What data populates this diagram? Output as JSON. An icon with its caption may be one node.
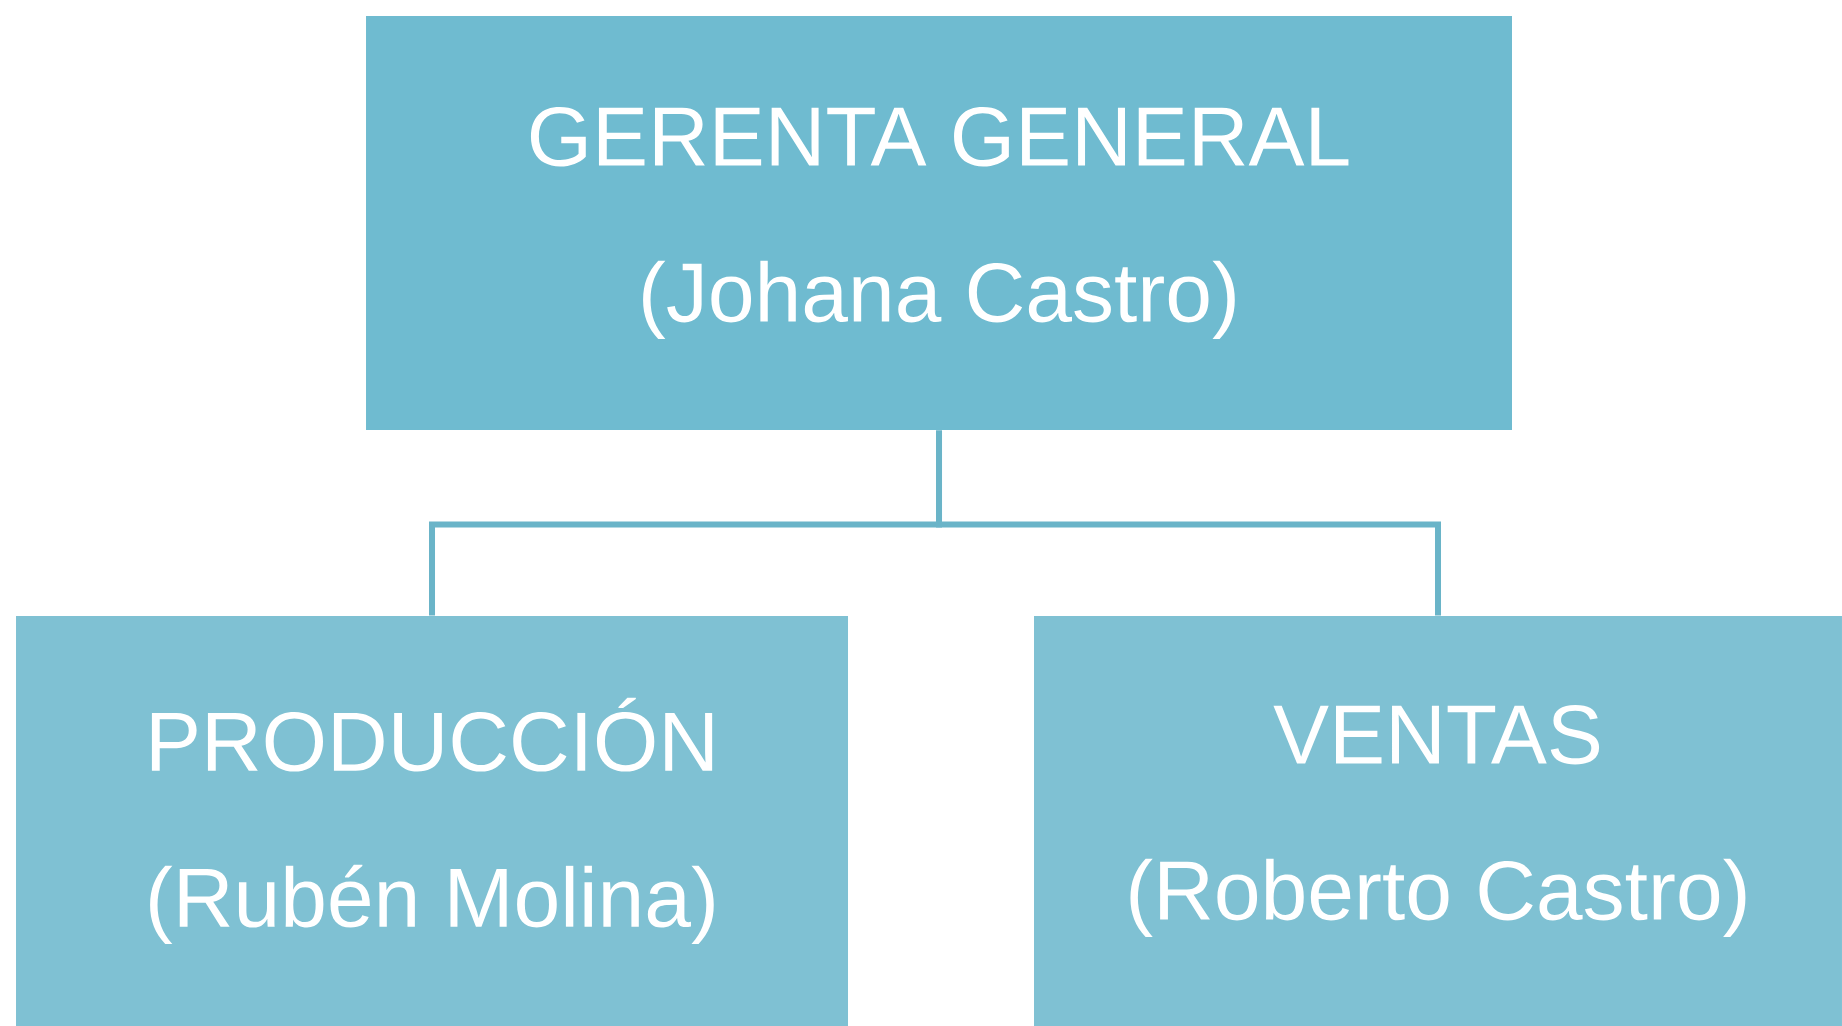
{
  "diagram": {
    "nodes": [
      {
        "text": [
          "GERENTA GENERAL",
          "(Johana Castro)"
        ]
      },
      {
        "text": [
          "PRODUCCIÓN",
          "(Rubén Molina)"
        ]
      },
      {
        "text": [
          "VENTAS",
          "(Roberto Castro)"
        ]
      }
    ],
    "edges": [
      {
        "from": 0,
        "to": 1,
        "arrow": "none"
      },
      {
        "from": 0,
        "to": 2,
        "arrow": "none"
      }
    ]
  }
}
